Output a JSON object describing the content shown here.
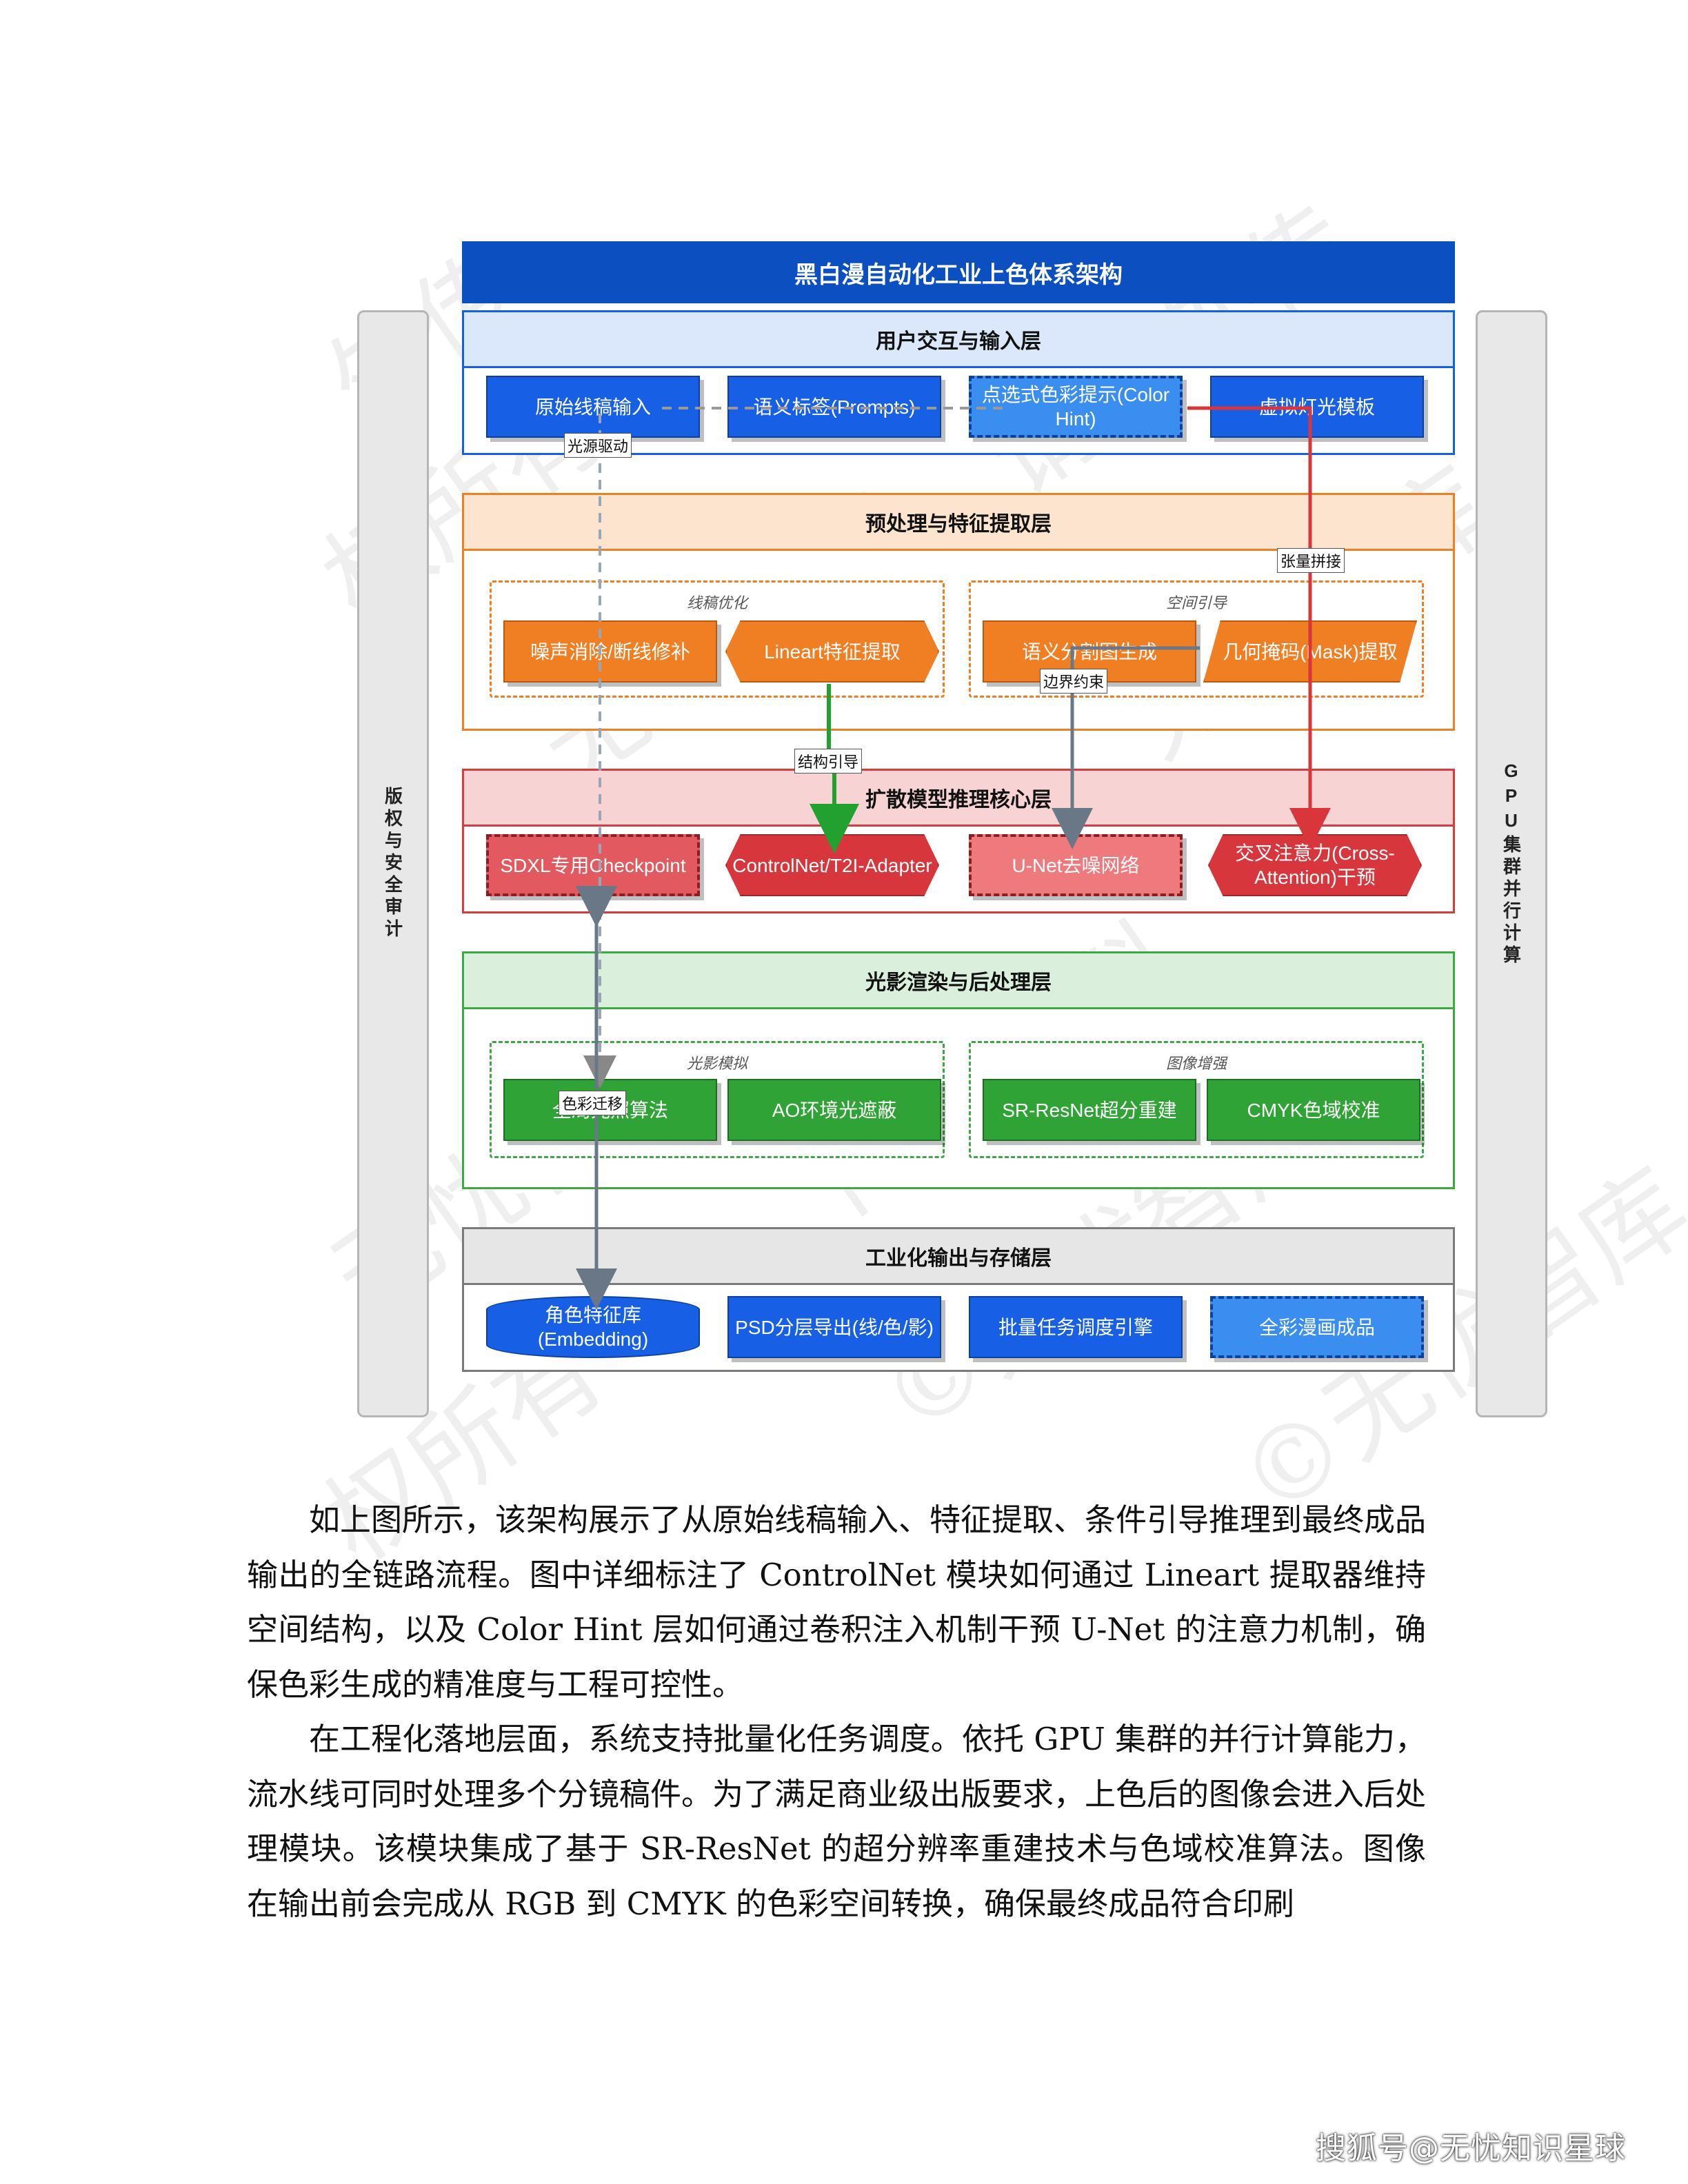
{
  "diagram": {
    "title": "黑白漫自动化工业上色体系架构",
    "left_bar": "版权与安全审计",
    "right_bar": "GPU集群并行计算",
    "watermark_lines": [
      "外传",
      "权所有",
      "请勿外传",
      "内部资料",
      "无忧智库",
      "版权所有",
      "©无忧智库"
    ],
    "layers": {
      "input": {
        "title": "用户交互与输入层",
        "nodes": [
          "原始线稿输入",
          "语义标签(Prompts)",
          "点选式色彩提示(Color Hint)",
          "虚拟灯光模板"
        ]
      },
      "preprocess": {
        "title": "预处理与特征提取层",
        "group1": "线稿优化",
        "group2": "空间引导",
        "nodes": [
          "噪声消除/断线修补",
          "Lineart特征提取",
          "语义分割图生成",
          "几何掩码(Mask)提取"
        ]
      },
      "diffusion": {
        "title": "扩散模型推理核心层",
        "nodes": [
          "SDXL专用Checkpoint",
          "ControlNet/T2I-Adapter",
          "U-Net去噪网络",
          "交叉注意力(Cross-Attention)干预"
        ]
      },
      "render": {
        "title": "光影渲染与后处理层",
        "group1": "光影模拟",
        "group2": "图像增强",
        "nodes": [
          "全局光照算法",
          "AO环境光遮蔽",
          "SR-ResNet超分重建",
          "CMYK色域校准"
        ]
      },
      "output": {
        "title": "工业化输出与存储层",
        "nodes": [
          "角色特征库(Embedding)",
          "PSD分层导出(线/色/影)",
          "批量任务调度引擎",
          "全彩漫画成品"
        ]
      }
    },
    "edge_labels": {
      "light": "光源驱动",
      "tensor": "张量拼接",
      "structure": "结构引导",
      "boundary": "边界约束",
      "color": "色彩迁移"
    },
    "colors": {
      "title": "#0b4fc0",
      "blue": "#1760e6",
      "orange": "#f07f24",
      "red": "#e25a5f",
      "green": "#2fa336",
      "light_blue": "#3a8ef0"
    }
  },
  "body": {
    "para1": "如上图所示，该架构展示了从原始线稿输入、特征提取、条件引导推理到最终成品输出的全链路流程。图中详细标注了 ControlNet 模块如何通过 Lineart 提取器维持空间结构，以及 Color Hint 层如何通过卷积注入机制干预 U-Net 的注意力机制，确保色彩生成的精准度与工程可控性。",
    "para2": "在工程化落地层面，系统支持批量化任务调度。依托 GPU 集群的并行计算能力，流水线可同时处理多个分镜稿件。为了满足商业级出版要求，上色后的图像会进入后处理模块。该模块集成了基于 SR-ResNet 的超分辨率重建技术与色域校准算法。图像在输出前会完成从 RGB 到 CMYK 的色彩空间转换，确保最终成品符合印刷"
  },
  "footer": "搜狐号@无忧知识星球"
}
